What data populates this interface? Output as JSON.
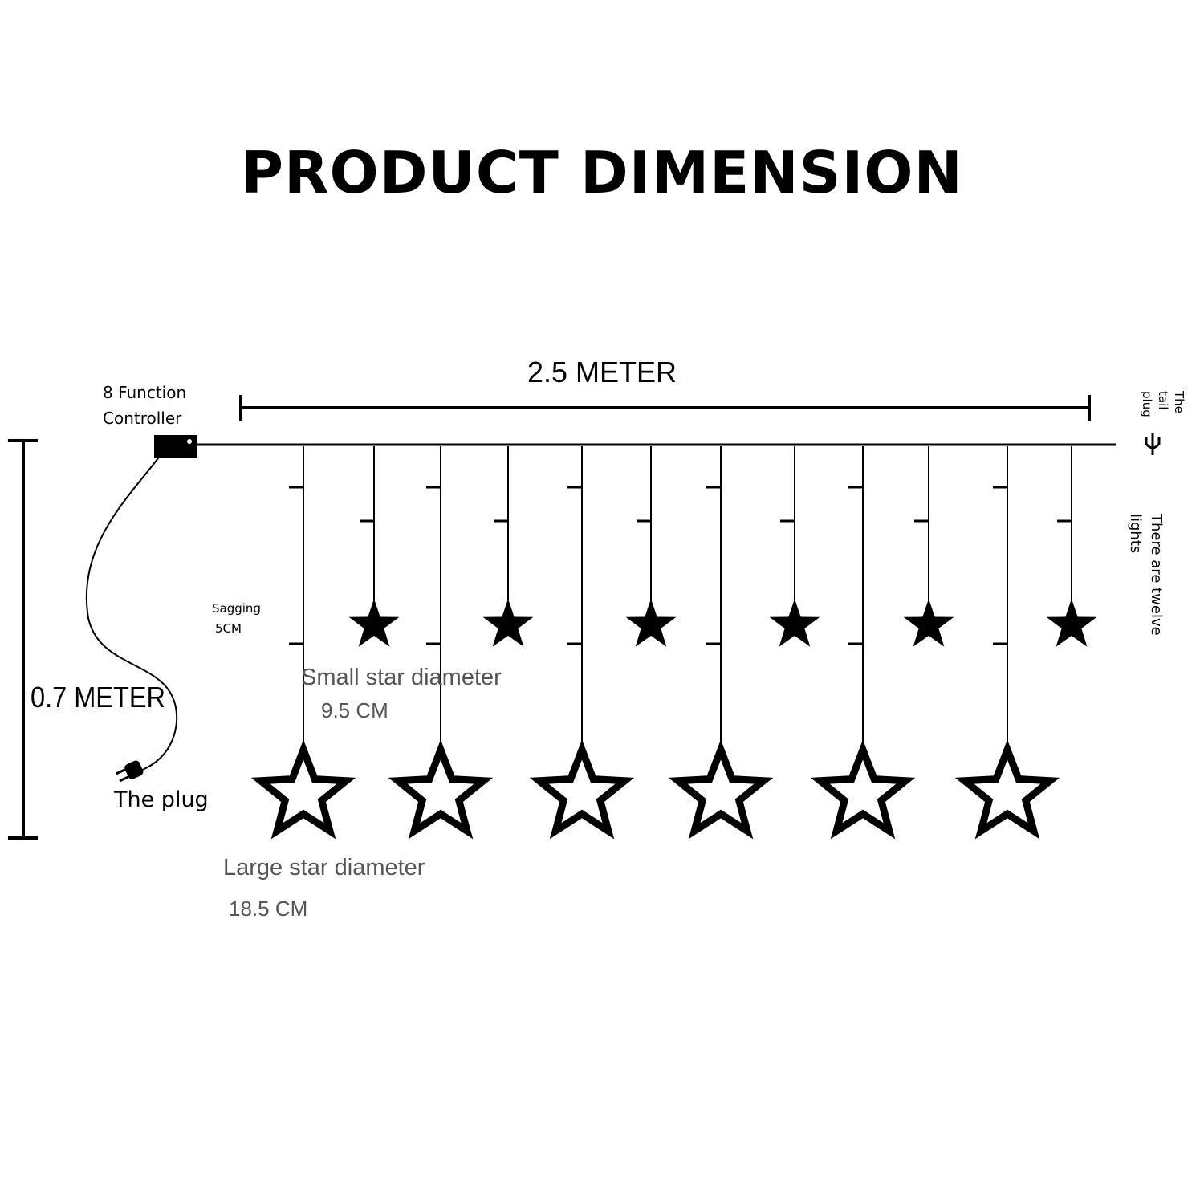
{
  "title": "PRODUCT DIMENSION",
  "width_label": "2.5 METER",
  "height_label": "0.7 METER",
  "controller_label": [
    "8 Function",
    "Controller"
  ],
  "tail_plug_label": [
    "The",
    "tail",
    "plug"
  ],
  "lights_label": [
    "There are twelve",
    "lights"
  ],
  "sagging_label": [
    "Sagging",
    "5CM"
  ],
  "plug_label": "The plug",
  "small_star": {
    "label": "Small star diameter",
    "value": "9.5 CM"
  },
  "large_star": {
    "label": "Large star diameter",
    "value": "18.5 CM"
  },
  "counts": {
    "large_stars": 6,
    "small_stars": 6
  },
  "colors": {
    "line": "#000000",
    "annotation": "#555555",
    "background": "#ffffff"
  }
}
